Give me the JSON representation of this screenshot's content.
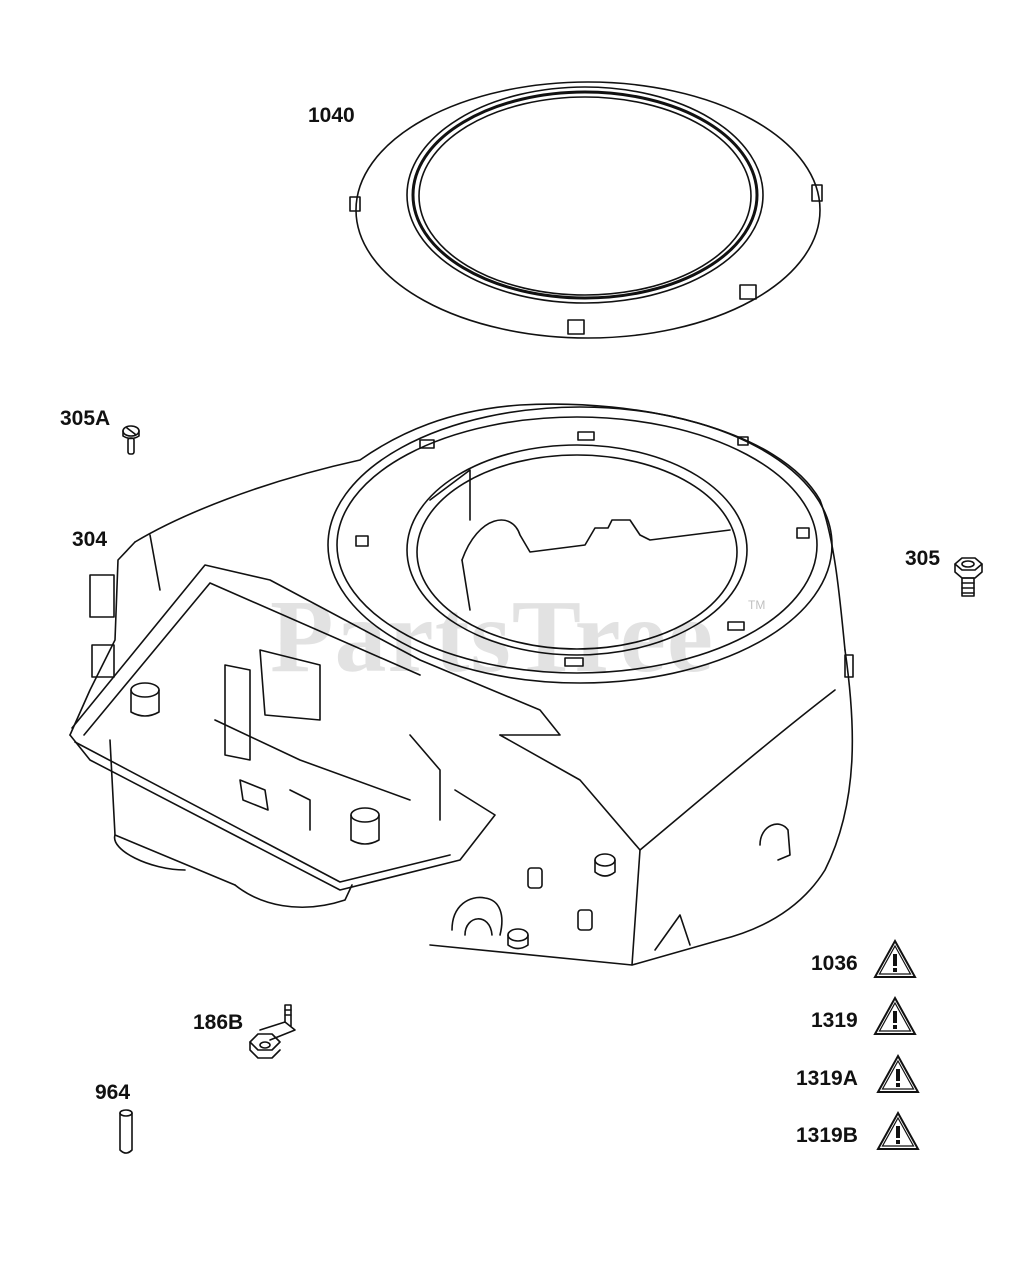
{
  "watermark": {
    "text": "PartsTree",
    "trademark": "TM"
  },
  "callouts": {
    "c1040": "1040",
    "c305A": "305A",
    "c304": "304",
    "c305": "305",
    "c186B": "186B",
    "c964": "964",
    "c1036": "1036",
    "c1319": "1319",
    "c1319A": "1319A",
    "c1319B": "1319B"
  },
  "colors": {
    "line": "#111111",
    "background": "#ffffff"
  },
  "icons": {
    "warning": "warning-triangle-icon"
  }
}
